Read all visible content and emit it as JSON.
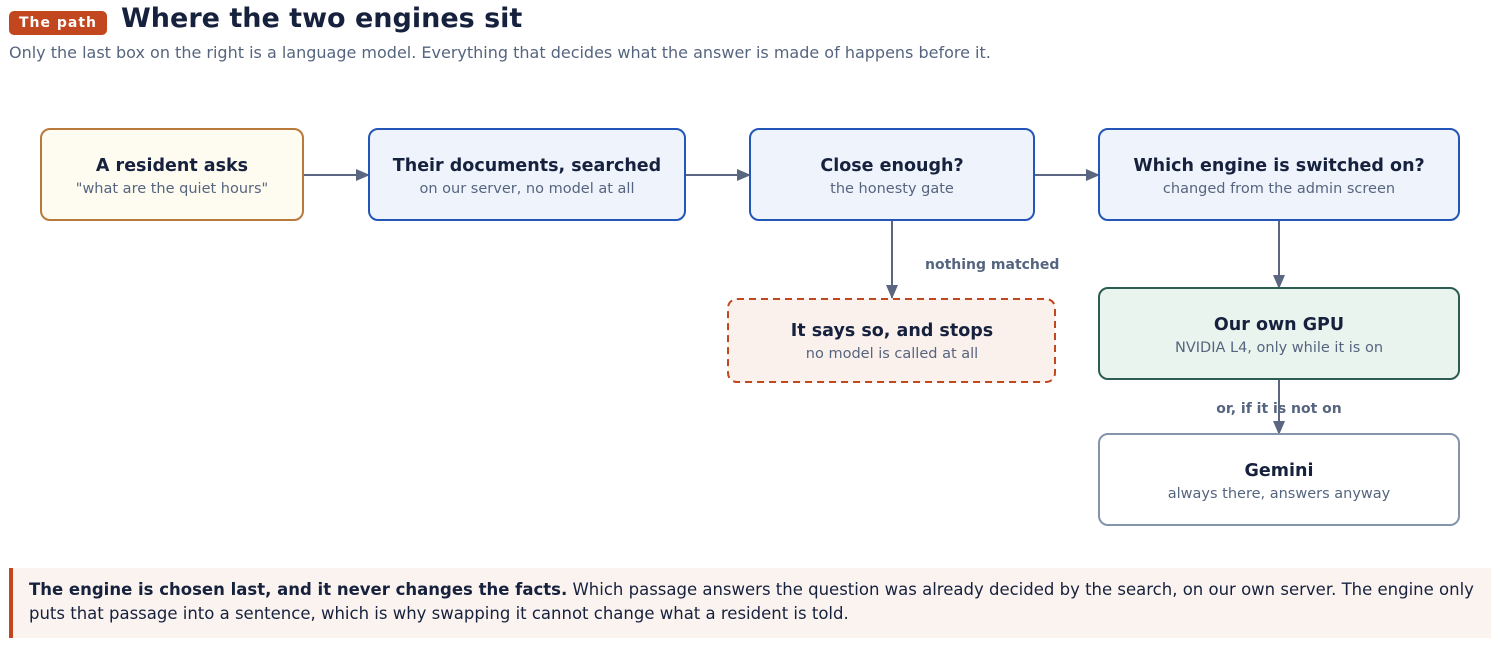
{
  "header": {
    "badge": "The path",
    "title": "Where the two engines sit",
    "subtitle": "Only the last box on the right is a language model. Everything that decides what the answer is made of happens before it."
  },
  "nodes": {
    "resident": {
      "title": "A resident asks",
      "sub": "\"what are the quiet hours\""
    },
    "documents": {
      "title": "Their documents, searched",
      "sub": "on our server, no model at all"
    },
    "gate": {
      "title": "Close enough?",
      "sub": "the honesty gate"
    },
    "engine_switch": {
      "title": "Which engine is switched on?",
      "sub": "changed from the admin screen"
    },
    "stops": {
      "title": "It says so, and stops",
      "sub": "no model is called at all"
    },
    "gpu": {
      "title": "Our own GPU",
      "sub": "NVIDIA L4, only while it is on"
    },
    "gemini": {
      "title": "Gemini",
      "sub": "always there, answers anyway"
    }
  },
  "edges": {
    "nothing_matched": "nothing matched",
    "if_not_on": "or, if it is not on"
  },
  "note": {
    "lead": "The engine is chosen last, and it never changes the facts.",
    "body": " Which passage answers the question was already decided by the search, on our own server. The engine only puts that passage into a sentence, which is why swapping it cannot change what a resident is told."
  },
  "colors": {
    "accent": "#c2461e",
    "blue_border": "#2456b8",
    "blue_fill": "#eef3fc",
    "orange_border": "#b87a3a",
    "orange_fill": "#fefbf1",
    "green_border": "#2c5d52",
    "green_fill": "#eaf4ee",
    "gray_border": "#8494ab",
    "arrow": "#5b6680"
  }
}
